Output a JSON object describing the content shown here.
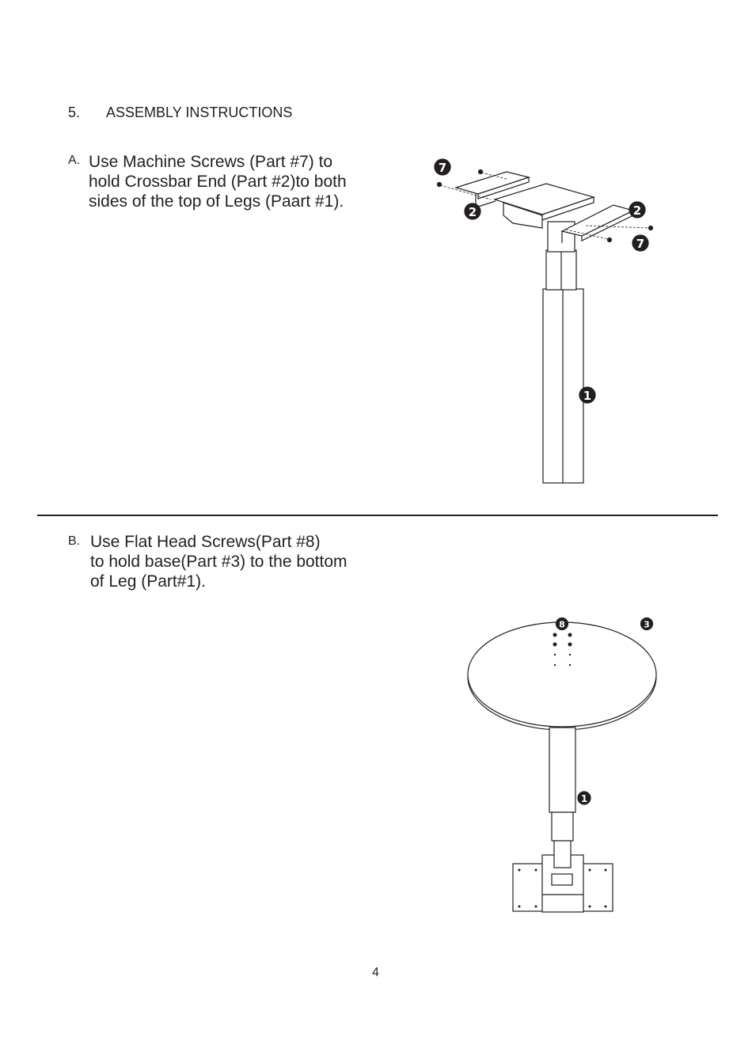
{
  "section": {
    "number": "5.",
    "title": "ASSEMBLY INSTRUCTIONS"
  },
  "steps": [
    {
      "label": "A.",
      "lines": [
        "Use Machine Screws (Part #7) to",
        "hold Crossbar End (Part #2)to both",
        "sides of the top of Legs (Paart #1)."
      ],
      "callouts": [
        "7",
        "2",
        "2",
        "7",
        "1"
      ]
    },
    {
      "label": "B.",
      "lines": [
        "Use Flat Head Screws(Part #8)",
        "to hold base(Part #3) to the bottom",
        "of Leg (Part#1)."
      ],
      "callouts": [
        "8",
        "3",
        "1"
      ]
    }
  ],
  "page_number": "4"
}
